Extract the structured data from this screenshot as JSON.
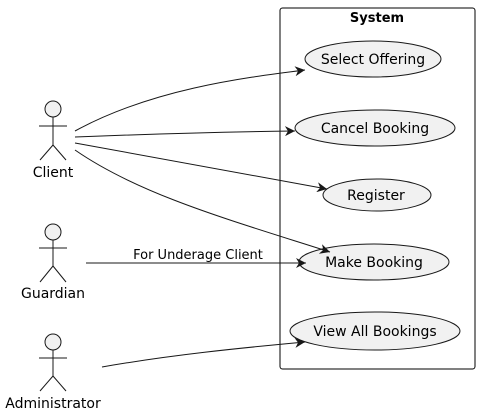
{
  "system": {
    "title": "System"
  },
  "actors": {
    "client": "Client",
    "guardian": "Guardian",
    "administrator": "Administrator"
  },
  "use_cases": {
    "select_offering": "Select Offering",
    "cancel_booking": "Cancel Booking",
    "register": "Register",
    "make_booking": "Make Booking",
    "view_all_bookings": "View All Bookings"
  },
  "edges": {
    "guardian_make_booking_label": "For Underage Client"
  },
  "colors": {
    "fill": "#f1f1f1",
    "stroke": "#181818"
  }
}
